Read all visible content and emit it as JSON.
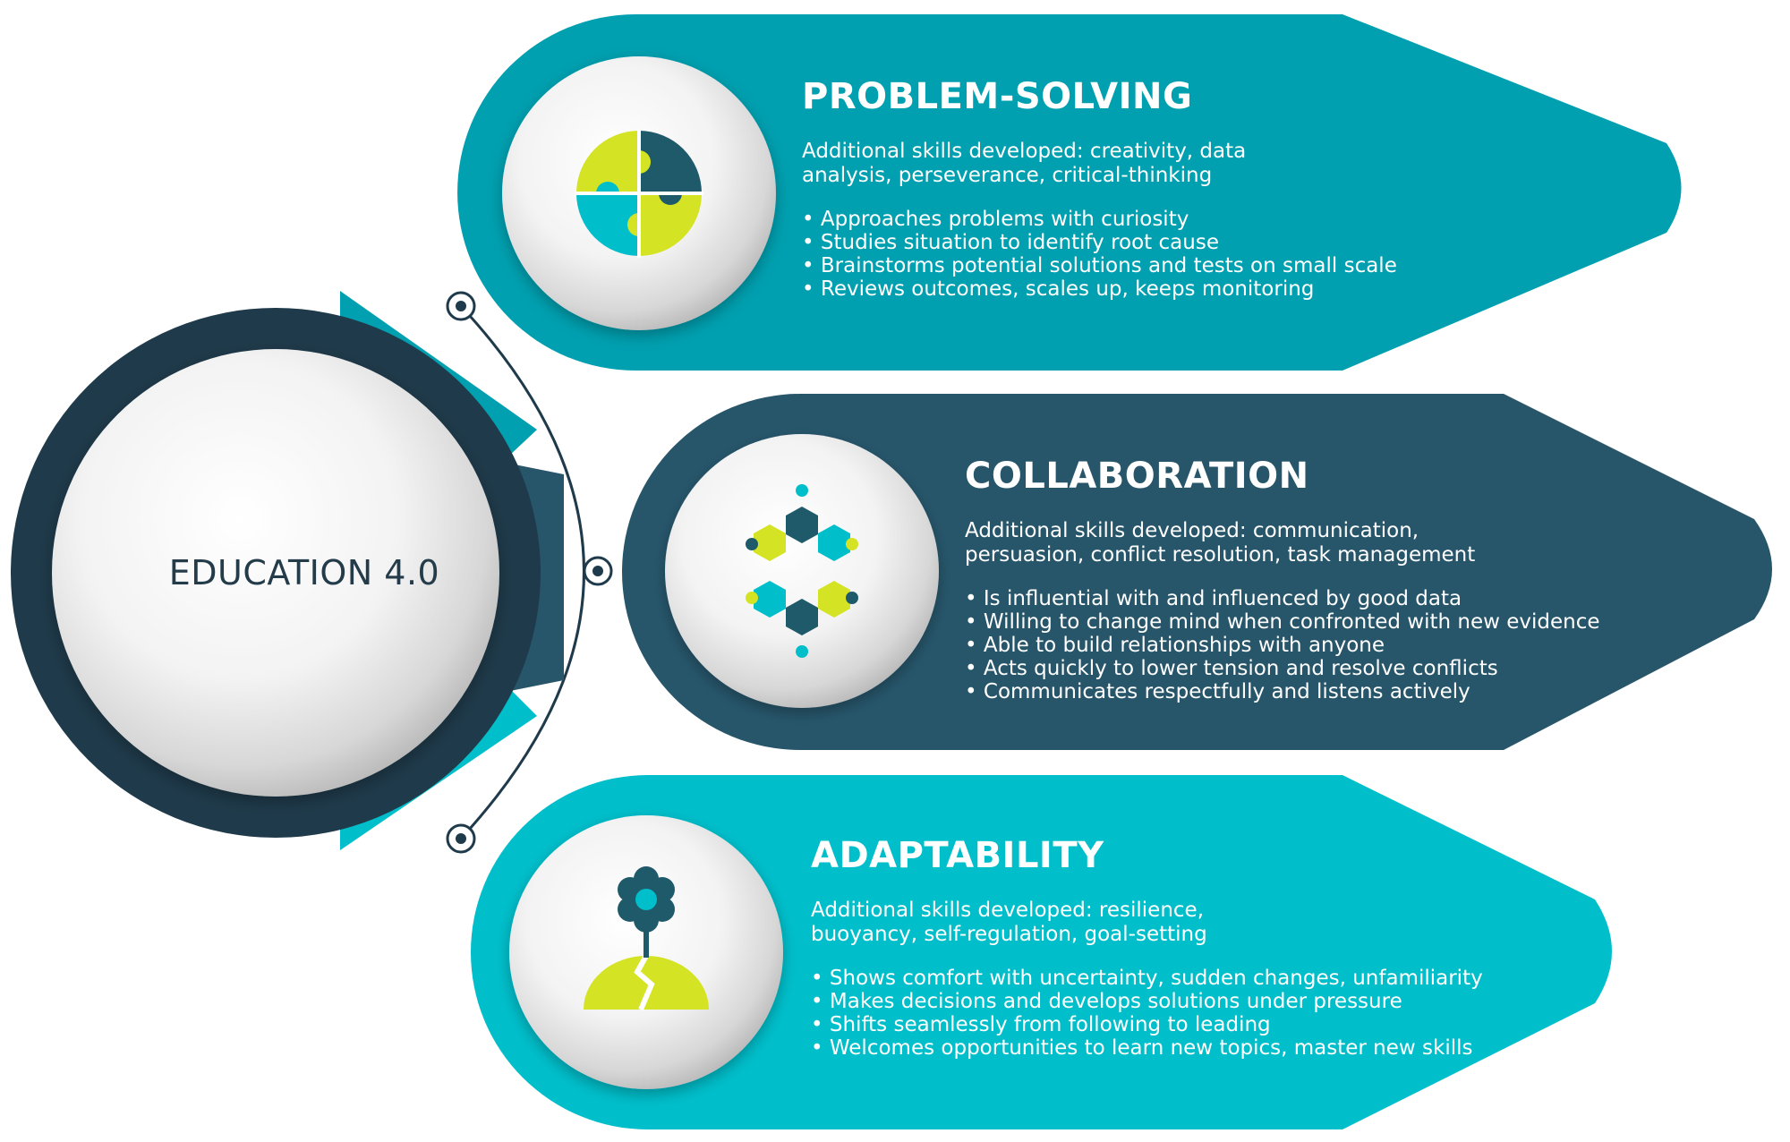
{
  "colors": {
    "teal": "#00a0b0",
    "dark_slate": "#27566b",
    "cyan": "#00bfcb",
    "navy": "#1f3a4a",
    "lime": "#d4e324"
  },
  "center": {
    "title": "EDUCATION 4.0"
  },
  "cards": [
    {
      "title": "PROBLEM-SOLVING",
      "icon": "puzzle-icon",
      "subtitle": "Additional skills developed: creativity, data analysis, perseverance, critical-thinking",
      "bullets": [
        "Approaches problems with curiosity",
        "Studies situation to identify root cause",
        "Brainstorms potential solutions and tests on small scale",
        "Reviews outcomes, scales up, keeps monitoring"
      ]
    },
    {
      "title": "COLLABORATION",
      "icon": "hexagon-network-icon",
      "subtitle": "Additional skills developed: communication, persuasion, conflict resolution, task management",
      "bullets": [
        "Is influential with and influenced by good data",
        "Willing to change mind when confronted with new evidence",
        "Able to build relationships with anyone",
        "Acts quickly to lower tension and resolve conflicts",
        "Communicates respectfully and listens actively"
      ]
    },
    {
      "title": "ADAPTABILITY",
      "icon": "flower-sprout-icon",
      "subtitle": "Additional skills developed: resilience, buoyancy, self-regulation, goal-setting",
      "bullets": [
        "Shows comfort with uncertainty, sudden changes, unfamiliarity",
        "Makes decisions and develops solutions under pressure",
        "Shifts seamlessly from following to leading",
        "Welcomes opportunities to learn new topics, master new skills"
      ]
    }
  ]
}
